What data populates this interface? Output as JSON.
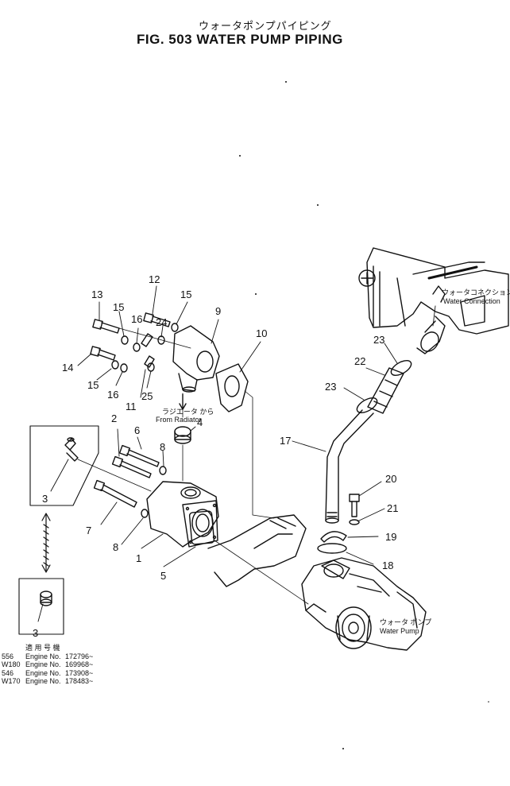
{
  "figure": {
    "title_jp": "ウォータポンプパイピング",
    "title": "FIG. 503  WATER PUMP PIPING"
  },
  "callouts": [
    "1",
    "2",
    "3",
    "3",
    "4",
    "5",
    "6",
    "7",
    "8",
    "8",
    "9",
    "10",
    "11",
    "12",
    "13",
    "14",
    "15",
    "15",
    "15",
    "16",
    "16",
    "17",
    "18",
    "19",
    "20",
    "21",
    "22",
    "23",
    "23",
    "24",
    "25"
  ],
  "notes": {
    "radiator_jp": "ラジエータ から",
    "radiator_en": "From Radiator",
    "water_connection_jp": "ウォータコネクション",
    "water_connection_en": "Water Connection",
    "water_pump_jp": "ウォータ ポンプ",
    "water_pump_en": "Water Pump"
  },
  "applicability": {
    "header": "適 用 号 機",
    "rows": [
      {
        "model": "556",
        "label": "Engine No.",
        "serial": "172796~"
      },
      {
        "model": "W180",
        "label": "Engine No.",
        "serial": "169968~"
      },
      {
        "model": "546",
        "label": "Engine No.",
        "serial": "173908~"
      },
      {
        "model": "W170",
        "label": "Engine No.",
        "serial": "178483~"
      }
    ]
  }
}
